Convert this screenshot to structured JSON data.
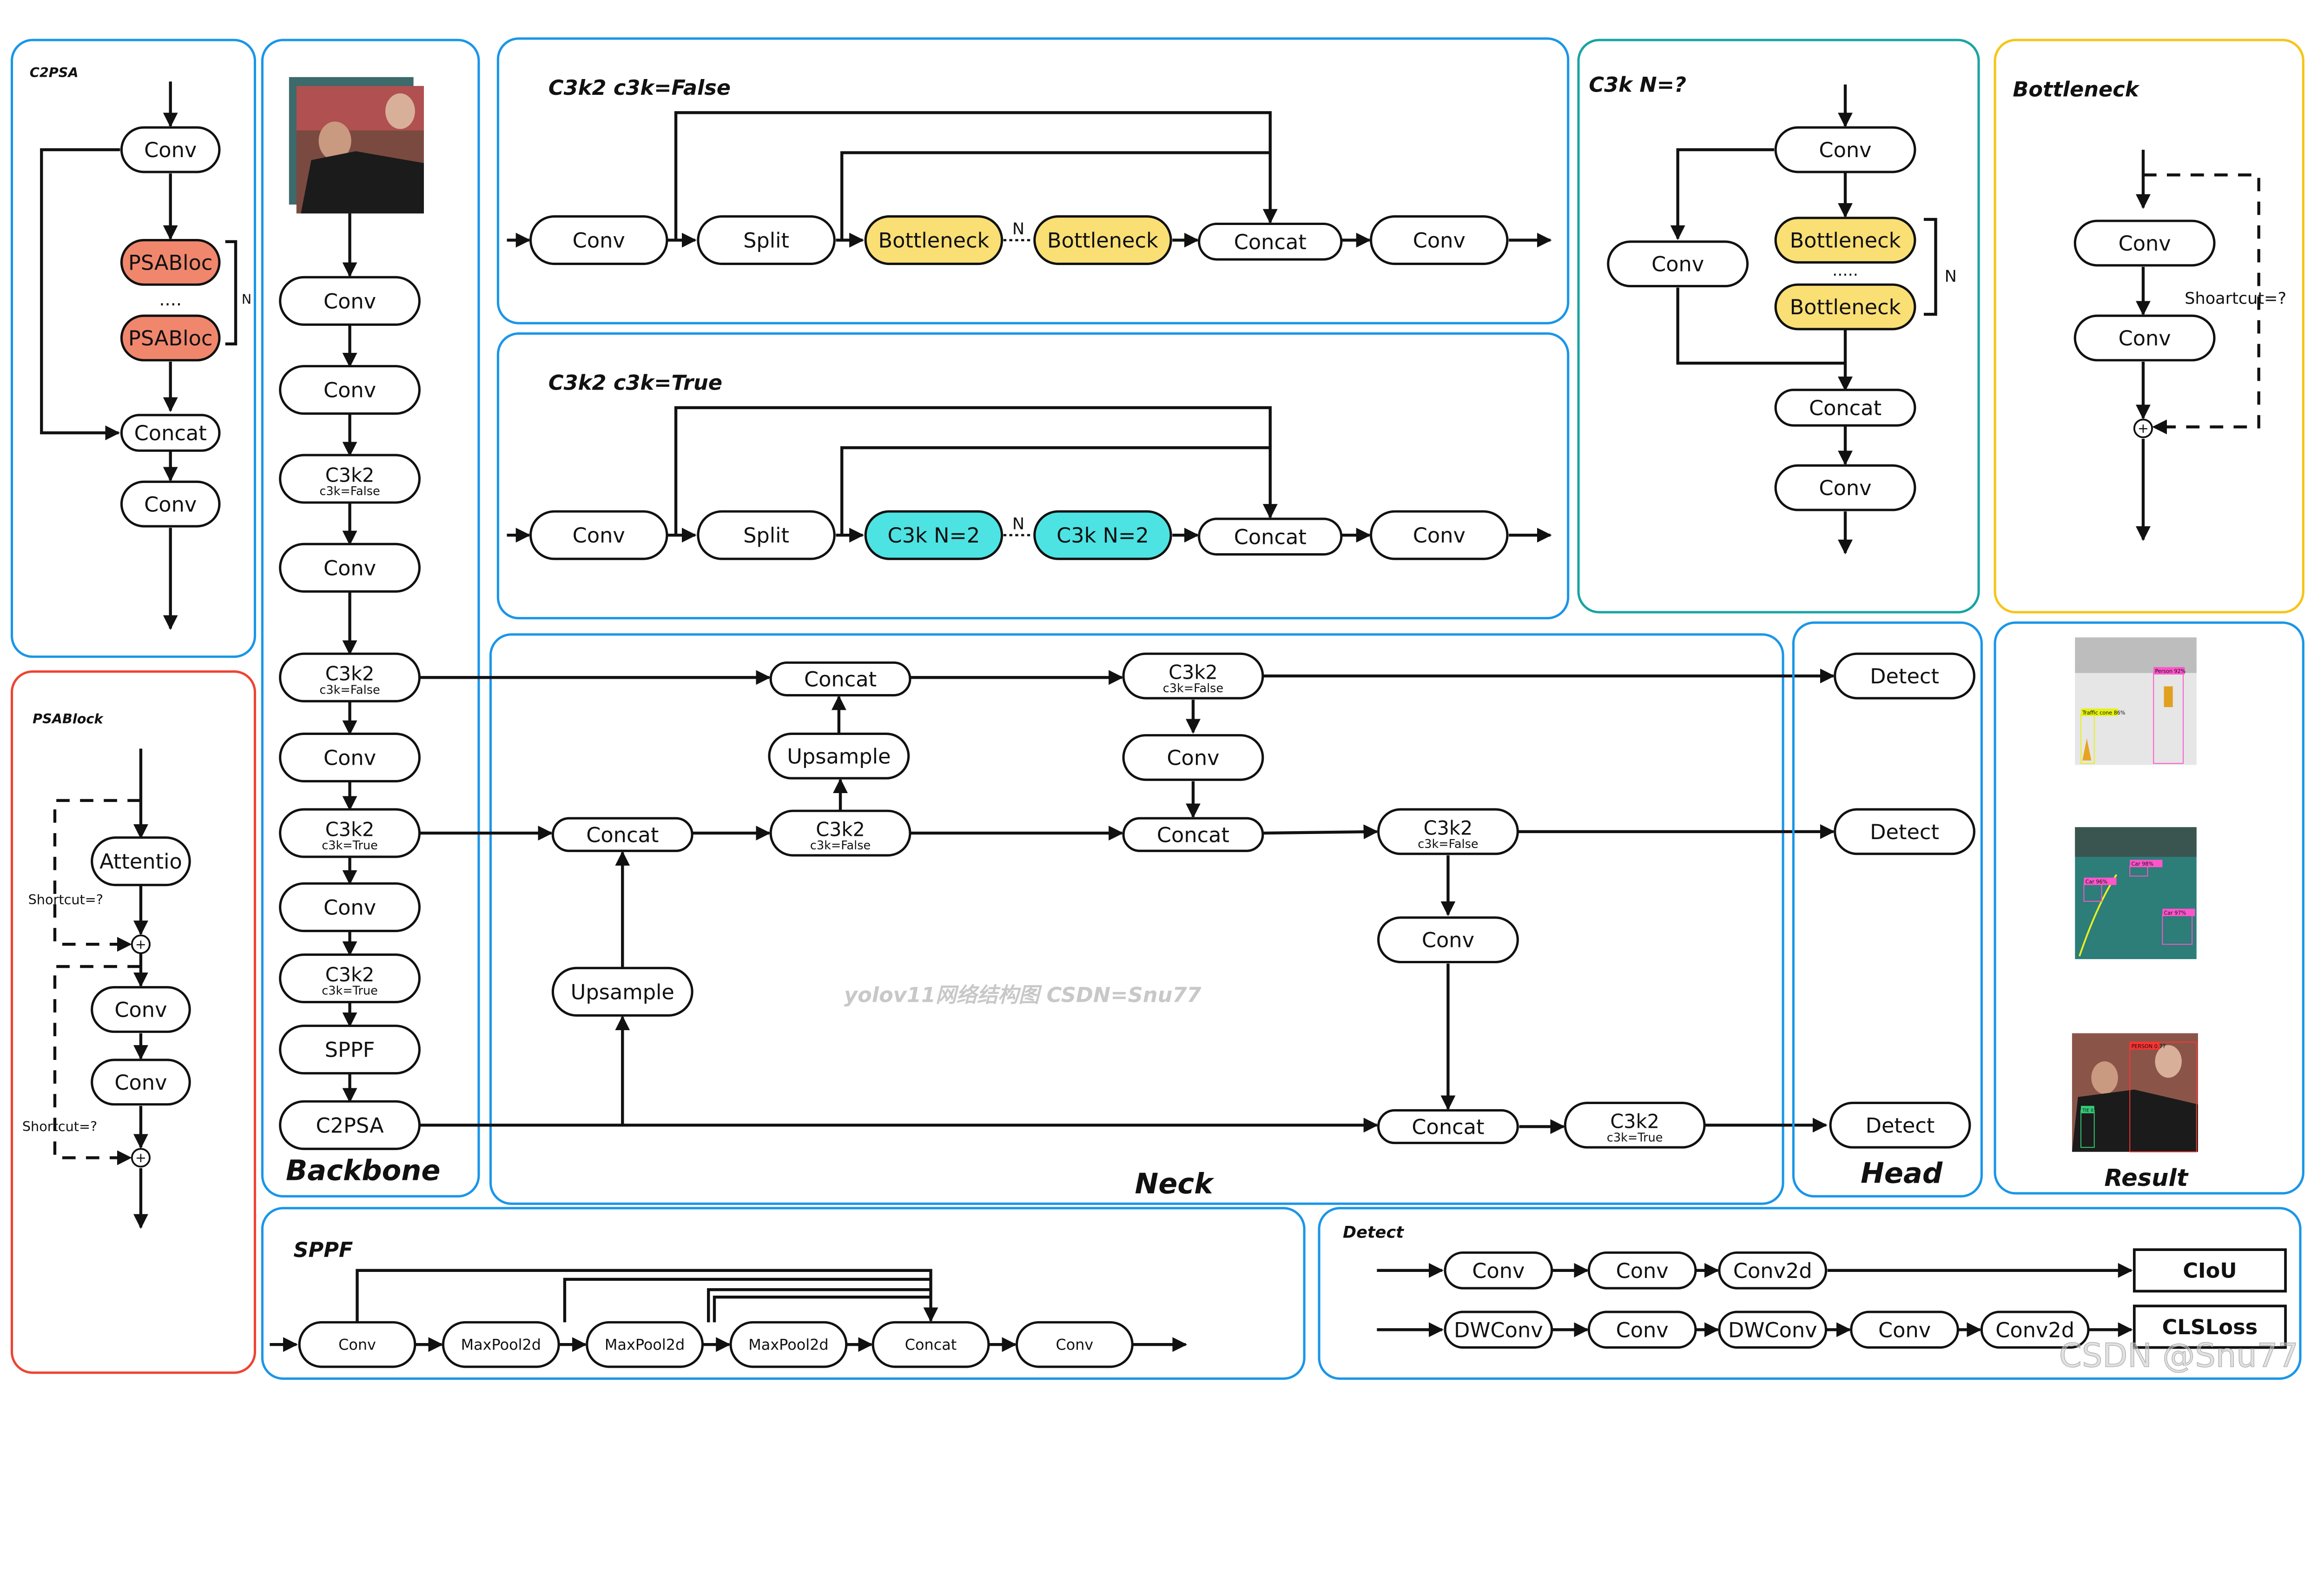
{
  "c2psa": {
    "title": "C2PSA",
    "conv_in": "Conv",
    "psa_1": "PSABloc",
    "dots": "....",
    "psa_2": "PSABloc",
    "concat": "Concat",
    "conv_out": "Conv",
    "repeat": "N"
  },
  "psablock": {
    "title": "PSABlock",
    "attention": "Attentio",
    "conv_1": "Conv",
    "conv_2": "Conv",
    "shortcut_1": "Shortcut=?",
    "shortcut_2": "Shortcut=?",
    "plus": "+"
  },
  "backbone": {
    "title": "Backbone",
    "layers": [
      {
        "label": "Conv"
      },
      {
        "label": "Conv"
      },
      {
        "label": "C3k2",
        "sub": "c3k=False"
      },
      {
        "label": "Conv"
      },
      {
        "label": "C3k2",
        "sub": "c3k=False"
      },
      {
        "label": "Conv"
      },
      {
        "label": "C3k2",
        "sub": "c3k=True"
      },
      {
        "label": "Conv"
      },
      {
        "label": "C3k2",
        "sub": "c3k=True"
      },
      {
        "label": "SPPF"
      },
      {
        "label": "C2PSA"
      }
    ]
  },
  "c3k2_false": {
    "title": "C3k2  c3k=False",
    "nodes": [
      "Conv",
      "Split",
      "Bottleneck",
      "Bottleneck",
      "Concat",
      "Conv"
    ],
    "repeat": "N"
  },
  "c3k2_true": {
    "title": "C3k2  c3k=True",
    "nodes": [
      "Conv",
      "Split",
      "C3k  N=2",
      "C3k  N=2",
      "Concat",
      "Conv"
    ],
    "repeat": "N"
  },
  "c3k": {
    "title": "C3k N=?",
    "conv_top": "Conv",
    "conv_side": "Conv",
    "bottleneck_1": "Bottleneck",
    "dots": ".....",
    "bottleneck_2": "Bottleneck",
    "concat": "Concat",
    "conv_out": "Conv",
    "repeat": "N"
  },
  "bottleneck": {
    "title": "Bottleneck",
    "conv_1": "Conv",
    "conv_2": "Conv",
    "shortcut": "Shoartcut=?",
    "plus": "+"
  },
  "neck": {
    "title": "Neck",
    "watermark": "yolov11网络结构图 CSDN=Snu77",
    "concat_top": "Concat",
    "upsample_top": "Upsample",
    "c3k2_mid": {
      "label": "C3k2",
      "sub": "c3k=False"
    },
    "concat_left": "Concat",
    "upsample_left": "Upsample",
    "c3k2_right_top": {
      "label": "C3k2",
      "sub": "c3k=False"
    },
    "conv_right_top": "Conv",
    "concat_right_mid": "Concat",
    "c3k2_p4": {
      "label": "C3k2",
      "sub": "c3k=False"
    },
    "conv_p4": "Conv",
    "concat_p5": "Concat",
    "c3k2_p5": {
      "label": "C3k2",
      "sub": "c3k=True"
    }
  },
  "head": {
    "title": "Head",
    "detect": [
      "Detect",
      "Detect",
      "Detect"
    ]
  },
  "result": {
    "title": "Result",
    "images": [
      {
        "labels": [
          "Traffic cone  86%",
          "Person  92%"
        ]
      },
      {
        "labels": [
          "Car  98%",
          "Car  96%",
          "Car  97%"
        ]
      },
      {
        "labels": [
          "PERSON 0.77",
          "TIE 0."
        ]
      }
    ]
  },
  "sppf": {
    "title": "SPPF",
    "nodes": [
      "Conv",
      "MaxPool2d",
      "MaxPool2d",
      "MaxPool2d",
      "Concat",
      "Conv"
    ]
  },
  "detect": {
    "title": "Detect",
    "box_branch": [
      "Conv",
      "Conv",
      "Conv2d"
    ],
    "cls_branch": [
      "DWConv",
      "Conv",
      "DWConv",
      "Conv",
      "Conv2d"
    ],
    "box_loss": "CIoU",
    "cls_loss": "CLSLoss"
  },
  "watermark": "CSDN @Snu77",
  "colors": {
    "panel_blue": "#1a96e8",
    "panel_red": "#ee4433",
    "panel_teal": "#1aa3a3",
    "panel_yellow": "#f5c518",
    "psa_fill": "#f0876d",
    "bottleneck_fill": "#f9df74",
    "c3k_fill": "#4de3e3",
    "watermark": "#c8c8c8"
  }
}
